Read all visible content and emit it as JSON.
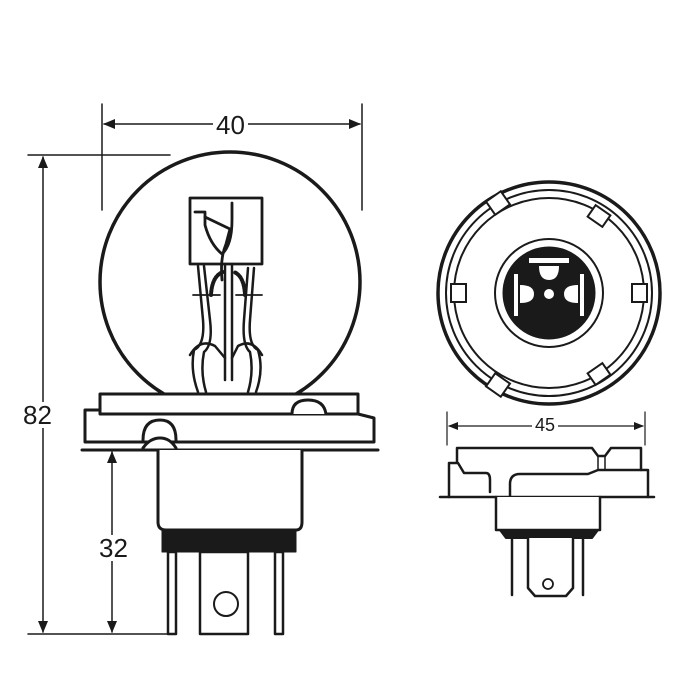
{
  "diagram": {
    "subject": "Headlamp bulb technical dimension drawing",
    "views": [
      {
        "name": "front-view",
        "label": "Side elevation with glass bulb, filaments and P45t base"
      },
      {
        "name": "top-view",
        "label": "Base viewed from below with contact pins"
      },
      {
        "name": "side-view",
        "label": "Base flange side elevation"
      }
    ],
    "dimensions": {
      "bulb_width": "40",
      "overall_height": "82",
      "base_height": "32",
      "flange_width": "45"
    },
    "colors": {
      "line": "#1a1a1a",
      "background": "#ffffff"
    }
  }
}
